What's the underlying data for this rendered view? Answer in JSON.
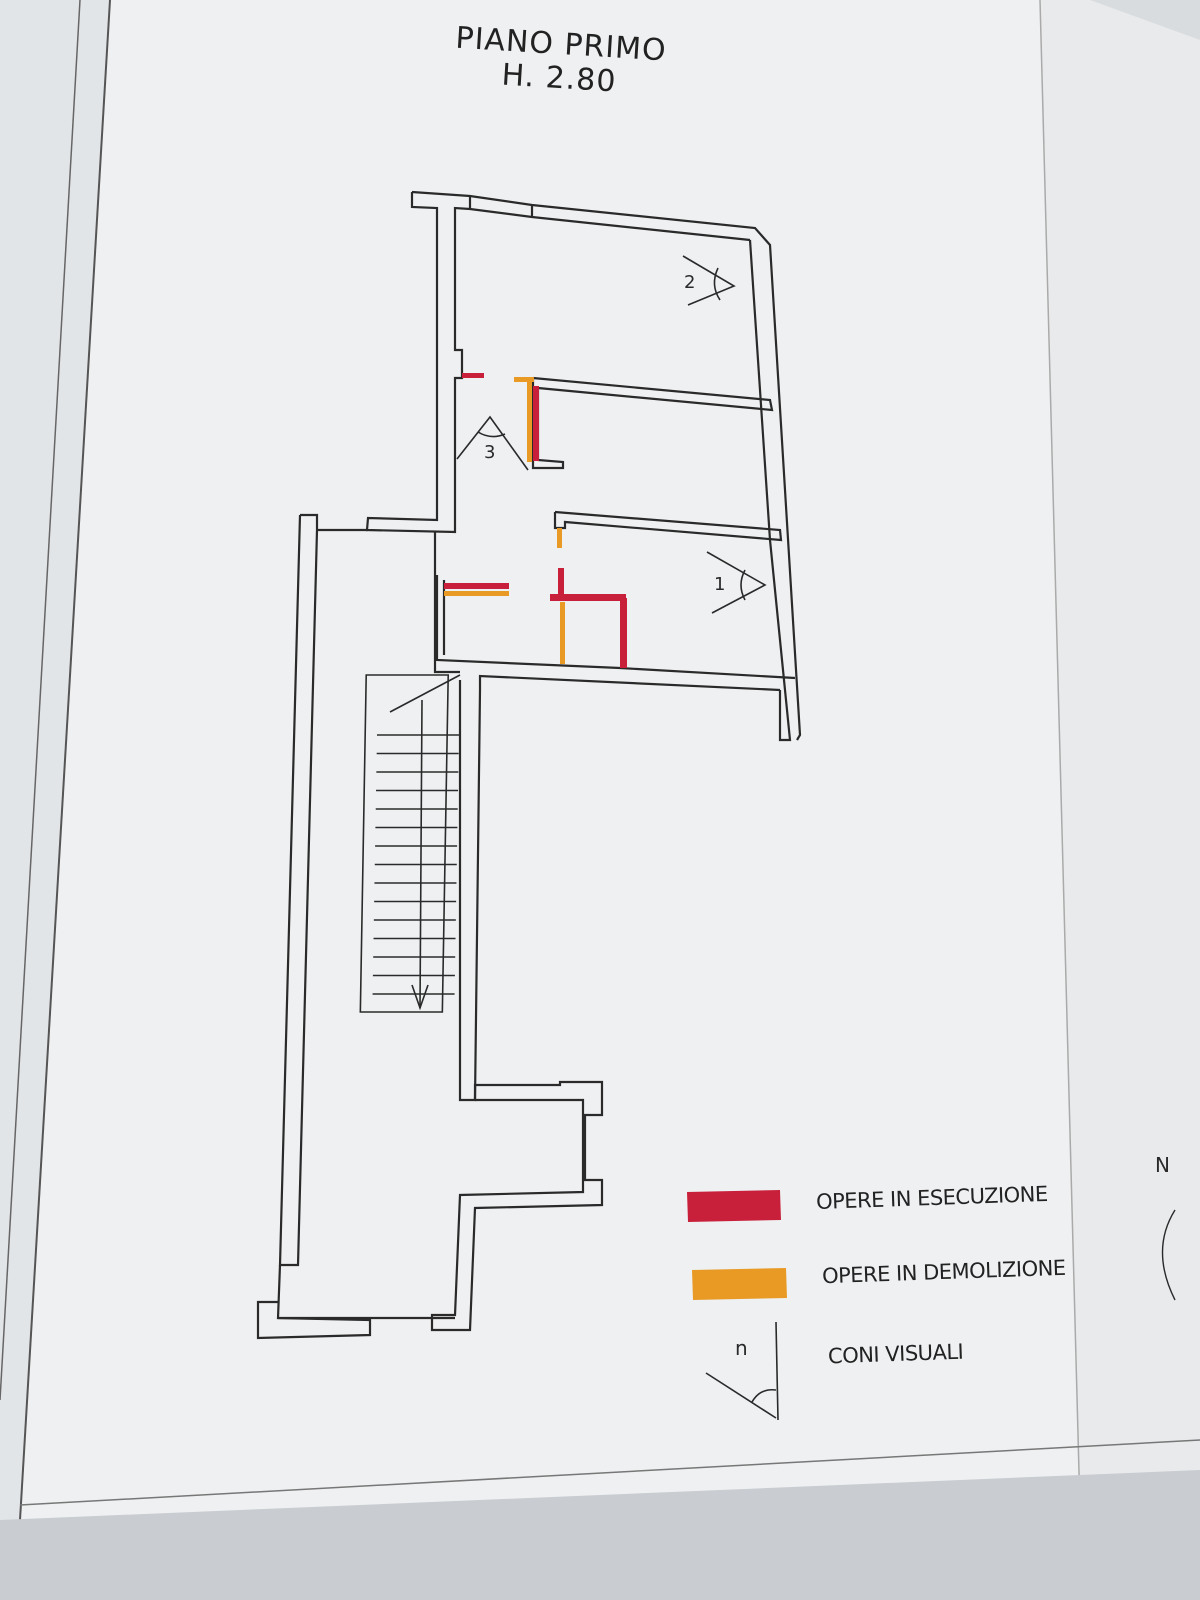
{
  "plan": {
    "title": "PIANO PRIMO",
    "height_label": "H. 2.80",
    "view_cones": [
      "1",
      "2",
      "3"
    ]
  },
  "legend": {
    "items": [
      {
        "label": "OPERE IN ESECUZIONE",
        "color": "#c8203a"
      },
      {
        "label": "OPERE IN DEMOLIZIONE",
        "color": "#e89a24"
      },
      {
        "label": "CONI VISUALI",
        "symbol": "n"
      }
    ]
  },
  "compass": {
    "label": "N"
  }
}
